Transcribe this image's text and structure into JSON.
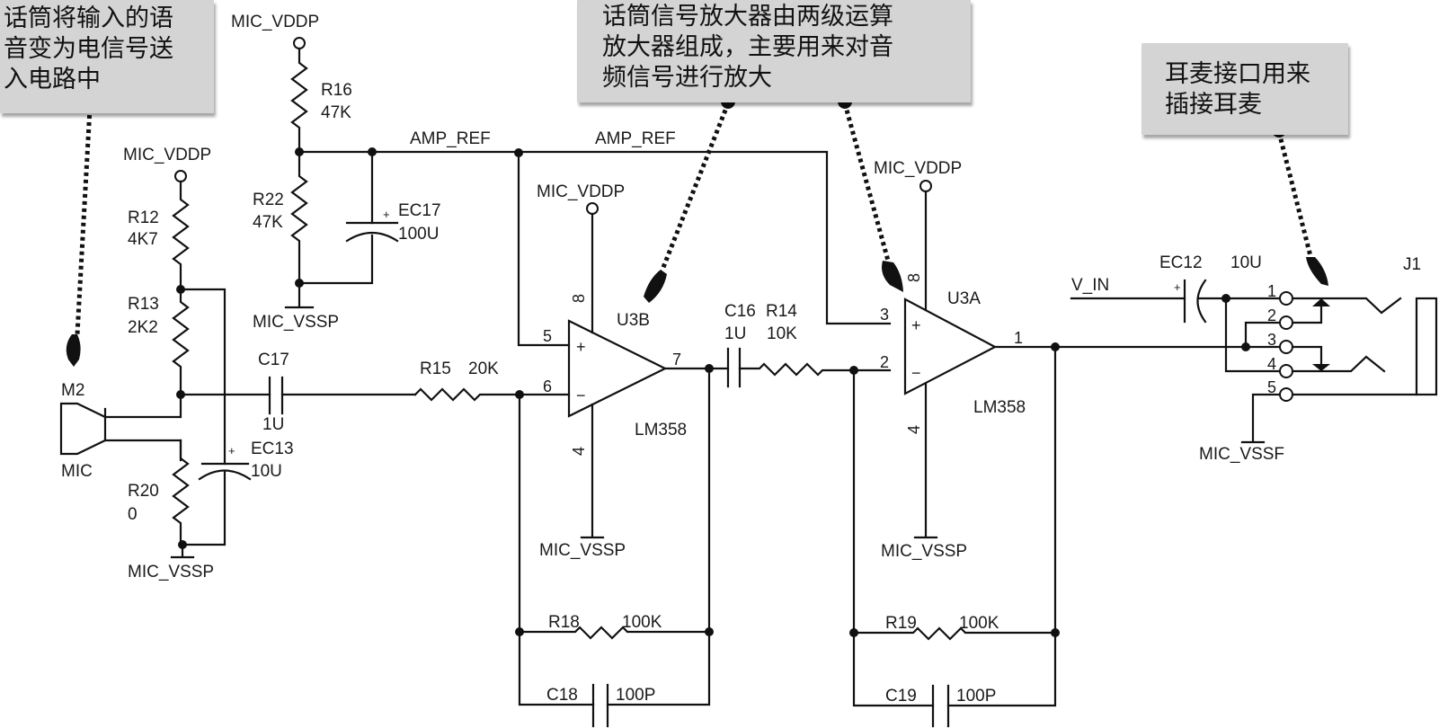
{
  "annotations": {
    "mic": "话筒将输入的语\n音变为电信号送\n入电路中",
    "amp": "话筒信号放大器由两级运算\n放大器组成，主要用来对音\n频信号进行放大",
    "jack": "耳麦接口用来\n插接耳麦"
  },
  "nets": {
    "vddp": "MIC_VDDP",
    "vssp": "MIC_VSSP",
    "vssp_cut": "MIC_VSSF",
    "amp_ref": "AMP_REF",
    "v_in": "V_IN"
  },
  "components": {
    "R16": {
      "ref": "R16",
      "value": "47K"
    },
    "R22": {
      "ref": "R22",
      "value": "47K"
    },
    "EC17": {
      "ref": "EC17",
      "value": "100U",
      "polarity": "+"
    },
    "R12": {
      "ref": "R12",
      "value": "4K7"
    },
    "R13": {
      "ref": "R13",
      "value": "2K2"
    },
    "R20": {
      "ref": "R20",
      "value": "0"
    },
    "EC13": {
      "ref": "EC13",
      "value": "10U",
      "polarity": "+"
    },
    "C17": {
      "ref": "C17",
      "value": "1U"
    },
    "M2": {
      "ref": "M2",
      "value": "MIC"
    },
    "R15": {
      "ref": "R15",
      "value": "20K"
    },
    "U3B": {
      "ref": "U3B",
      "part": "LM358",
      "pins": {
        "plus": "5",
        "minus": "6",
        "out": "7",
        "vcc": "8",
        "gnd": "4"
      }
    },
    "C16": {
      "ref": "C16",
      "value": "1U"
    },
    "R14": {
      "ref": "R14",
      "value": "10K"
    },
    "U3A": {
      "ref": "U3A",
      "part": "LM358",
      "pins": {
        "plus": "3",
        "minus": "2",
        "out": "1",
        "vcc": "8",
        "gnd": "4"
      }
    },
    "R18": {
      "ref": "R18",
      "value": "100K"
    },
    "C18": {
      "ref": "C18",
      "value": "100P"
    },
    "R19": {
      "ref": "R19",
      "value": "100K"
    },
    "C19": {
      "ref": "C19",
      "value": "100P"
    },
    "EC12": {
      "ref": "EC12",
      "value": "10U",
      "polarity": "+"
    },
    "J1": {
      "ref": "J1",
      "pins": [
        "1",
        "2",
        "3",
        "4",
        "5"
      ]
    }
  },
  "symbols": {
    "plus": "+",
    "minus": "−"
  }
}
